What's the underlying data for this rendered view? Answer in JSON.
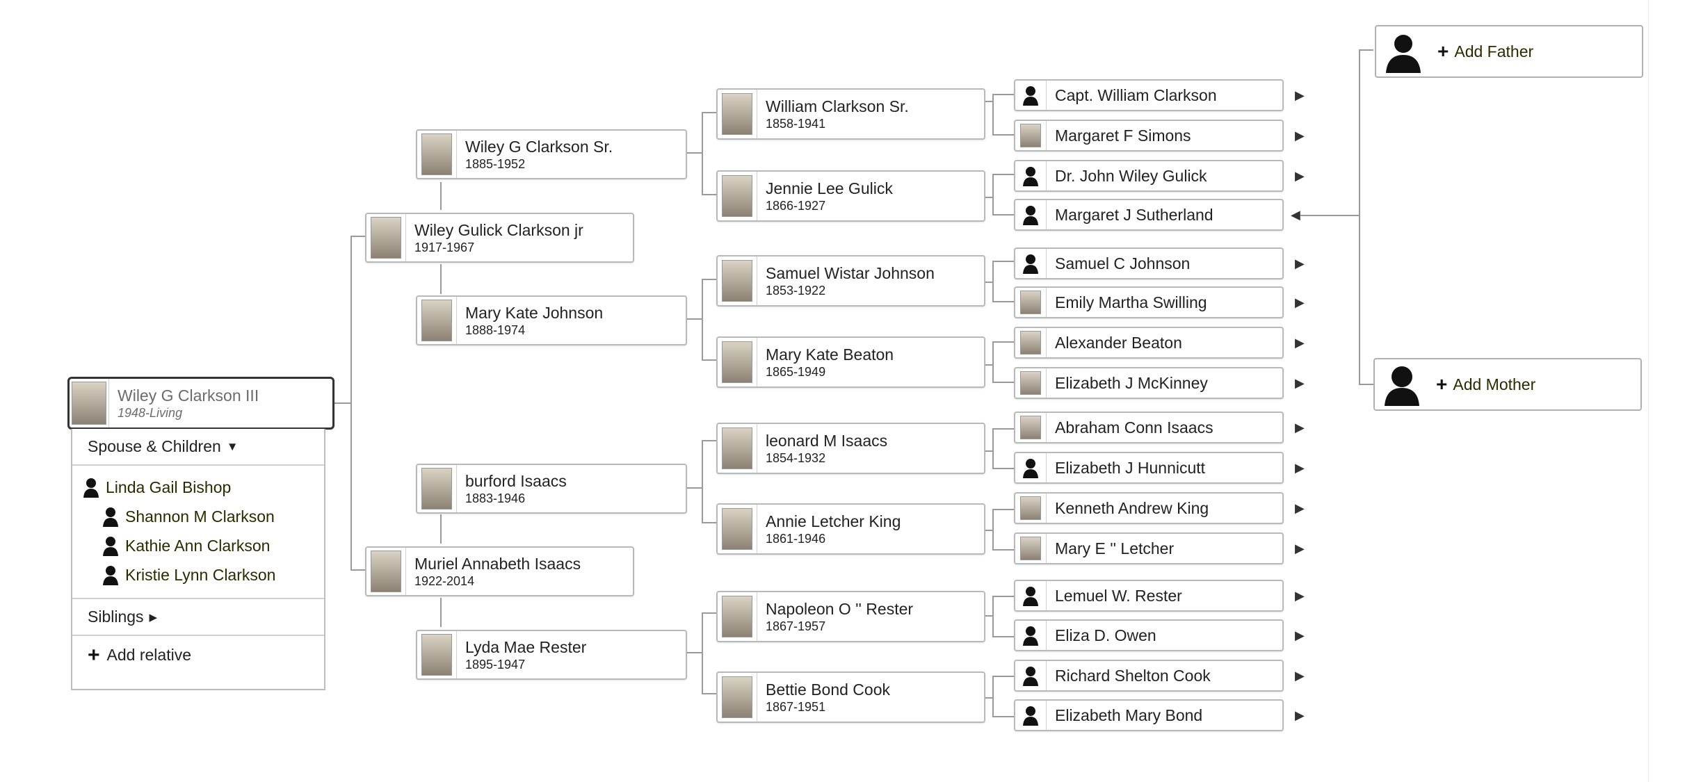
{
  "root": {
    "name": "Wiley G Clarkson III",
    "dates": "1948-",
    "living": "Living"
  },
  "panel": {
    "spouse_header": "Spouse & Children",
    "spouse_caret": "▼",
    "spouse": "Linda Gail Bishop",
    "children": [
      "Shannon M Clarkson",
      "Kathie Ann Clarkson",
      "Kristie Lynn Clarkson"
    ],
    "siblings": "Siblings",
    "siblings_caret": "▶",
    "add_relative": "Add relative"
  },
  "parents": [
    {
      "name": "Wiley Gulick Clarkson jr",
      "dates": "1917-1967"
    },
    {
      "name": "Muriel Annabeth Isaacs",
      "dates": "1922-2014"
    }
  ],
  "grandparents": [
    {
      "name": "Wiley G Clarkson Sr.",
      "dates": "1885-1952"
    },
    {
      "name": "Mary Kate Johnson",
      "dates": "1888-1974"
    },
    {
      "name": "burford Isaacs",
      "dates": "1883-1946"
    },
    {
      "name": "Lyda Mae Rester",
      "dates": "1895-1947"
    }
  ],
  "great_grandparents": [
    {
      "name": "William Clarkson Sr.",
      "dates": "1858-1941"
    },
    {
      "name": "Jennie Lee Gulick",
      "dates": "1866-1927"
    },
    {
      "name": "Samuel Wistar Johnson",
      "dates": "1853-1922"
    },
    {
      "name": "Mary Kate Beaton",
      "dates": "1865-1949"
    },
    {
      "name": "leonard M Isaacs",
      "dates": "1854-1932"
    },
    {
      "name": "Annie Letcher King",
      "dates": "1861-1946"
    },
    {
      "name": "Napoleon O '' Rester",
      "dates": "1867-1957"
    },
    {
      "name": "Bettie Bond Cook",
      "dates": "1867-1951"
    }
  ],
  "gen4": [
    {
      "name": "Capt. William Clarkson",
      "photo": false
    },
    {
      "name": "Margaret F Simons",
      "photo": true
    },
    {
      "name": "Dr. John Wiley Gulick",
      "photo": false
    },
    {
      "name": "Margaret J Sutherland",
      "photo": false
    },
    {
      "name": "Samuel C Johnson",
      "photo": false
    },
    {
      "name": "Emily Martha Swilling",
      "photo": true
    },
    {
      "name": "Alexander Beaton",
      "photo": true
    },
    {
      "name": "Elizabeth J McKinney",
      "photo": true
    },
    {
      "name": "Abraham Conn Isaacs",
      "photo": true
    },
    {
      "name": "Elizabeth J Hunnicutt",
      "photo": false
    },
    {
      "name": "Kenneth Andrew King",
      "photo": true
    },
    {
      "name": "Mary E '' Letcher",
      "photo": true
    },
    {
      "name": "Lemuel W. Rester",
      "photo": false
    },
    {
      "name": "Eliza D. Owen",
      "photo": false
    },
    {
      "name": "Richard Shelton Cook",
      "photo": false
    },
    {
      "name": "Elizabeth Mary Bond",
      "photo": false
    }
  ],
  "add_parents": {
    "father": "Add Father",
    "mother": "Add Mother"
  },
  "icons": {
    "expand": "▶",
    "collapse": "◀"
  }
}
